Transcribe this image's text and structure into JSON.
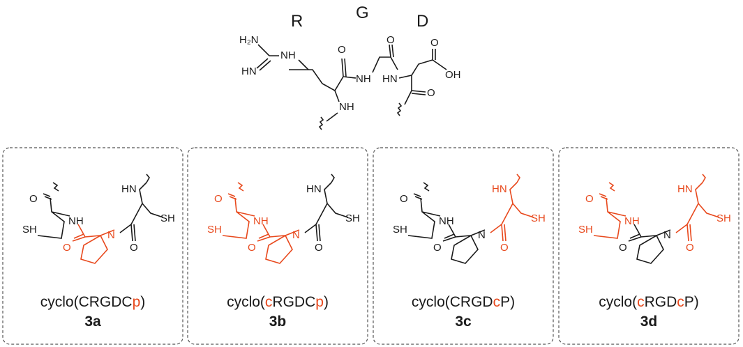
{
  "top_structure": {
    "residue_labels": [
      "R",
      "G",
      "D"
    ],
    "atoms": {
      "h2n": "H₂N",
      "hn_imine": "HN",
      "nh_guan": "NH",
      "o_arg": "O",
      "nh_gly": "NH",
      "o_gly": "O",
      "hn_asp": "HN",
      "o_acid": "O",
      "oh": "OH",
      "o_asp": "O",
      "nh_arg": "NH"
    }
  },
  "variants": [
    {
      "caption_parts": [
        {
          "text": "cyclo(CRGDC",
          "highlight": false
        },
        {
          "text": "p",
          "highlight": true
        },
        {
          "text": ")",
          "highlight": false
        }
      ],
      "label": "3a",
      "highlight": {
        "left_cys": false,
        "proline": true,
        "right_cys": false
      }
    },
    {
      "caption_parts": [
        {
          "text": "cyclo(",
          "highlight": false
        },
        {
          "text": "c",
          "highlight": true
        },
        {
          "text": "RGDC",
          "highlight": false
        },
        {
          "text": "p",
          "highlight": true
        },
        {
          "text": ")",
          "highlight": false
        }
      ],
      "label": "3b",
      "highlight": {
        "left_cys": true,
        "proline": true,
        "right_cys": false
      }
    },
    {
      "caption_parts": [
        {
          "text": "cyclo(CRGD",
          "highlight": false
        },
        {
          "text": "c",
          "highlight": true
        },
        {
          "text": "P)",
          "highlight": false
        }
      ],
      "label": "3c",
      "highlight": {
        "left_cys": false,
        "proline": false,
        "right_cys": true
      }
    },
    {
      "caption_parts": [
        {
          "text": "cyclo(",
          "highlight": false
        },
        {
          "text": "c",
          "highlight": true
        },
        {
          "text": "RGD",
          "highlight": false
        },
        {
          "text": "c",
          "highlight": true
        },
        {
          "text": "P)",
          "highlight": false
        }
      ],
      "label": "3d",
      "highlight": {
        "left_cys": true,
        "proline": false,
        "right_cys": true
      }
    }
  ],
  "variant_atoms": {
    "o_left": "O",
    "nh_left": "NH",
    "sh_left": "SH",
    "o_pro": "O",
    "n_pro": "N",
    "o_right": "O",
    "hn_right": "HN",
    "sh_right": "SH"
  },
  "colors": {
    "highlight": "#e8491d",
    "default": "#1a1a1a",
    "box_border": "#555555"
  }
}
